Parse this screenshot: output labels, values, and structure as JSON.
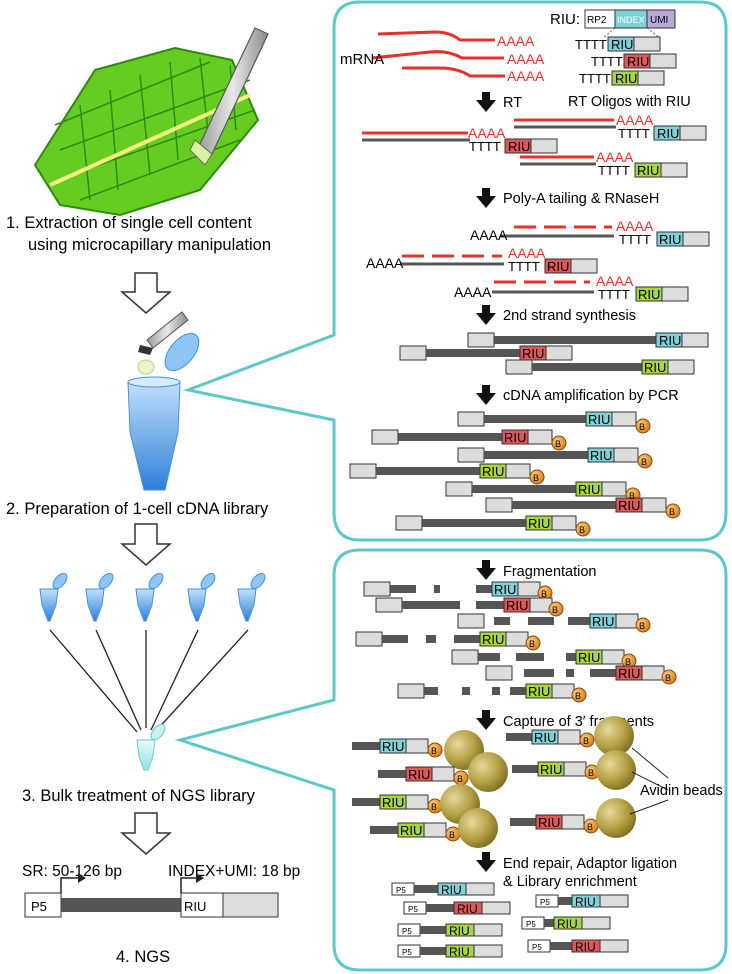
{
  "colors": {
    "panel_border": "#5ec8c8",
    "mrna_red": "#e8302a",
    "dna_gray": "#555555",
    "riu_blue": "#7fd3d8",
    "riu_red": "#e0575a",
    "riu_green": "#a8d640",
    "leaf_green": "#66cc22",
    "tube_blue": "#5aa8ee",
    "bead_gold": "#b8a24a",
    "biotin_orange": "#f0a040"
  },
  "left": {
    "step1": {
      "line1": "1.  Extraction of single cell content",
      "line2": "using microcapillary manipulation"
    },
    "step2": "2. Preparation of 1-cell cDNA library",
    "step3": "3. Bulk treatment of NGS library",
    "step4": "4. NGS",
    "sr_label": "SR: 50-126 bp",
    "index_label": "INDEX+UMI: 18 bp",
    "p5": "P5",
    "riu": "RIU"
  },
  "top_panel": {
    "riu_header": "RIU:",
    "rp2": "RP2",
    "index": "INDEX",
    "umi": "UMI",
    "mrna": "mRNA",
    "polya": "AAAA",
    "polyt": "TTTT",
    "riu": "RIU",
    "rt_oligos": "RT Oligos with RIU",
    "step_rt": "RT",
    "step_polya": "Poly-A tailing & RNaseH",
    "step_2nd": "2nd strand synthesis",
    "step_pcr": "cDNA amplification by PCR",
    "biotin": "B"
  },
  "bottom_panel": {
    "step_frag": "Fragmentation",
    "step_capture": "Capture of 3′ fragments",
    "avidin": "Avidin beads",
    "step_end_line1": "End repair, Adaptor ligation",
    "step_end_line2": "& Library enrichment",
    "riu": "RIU",
    "p5": "P5",
    "biotin": "B"
  }
}
